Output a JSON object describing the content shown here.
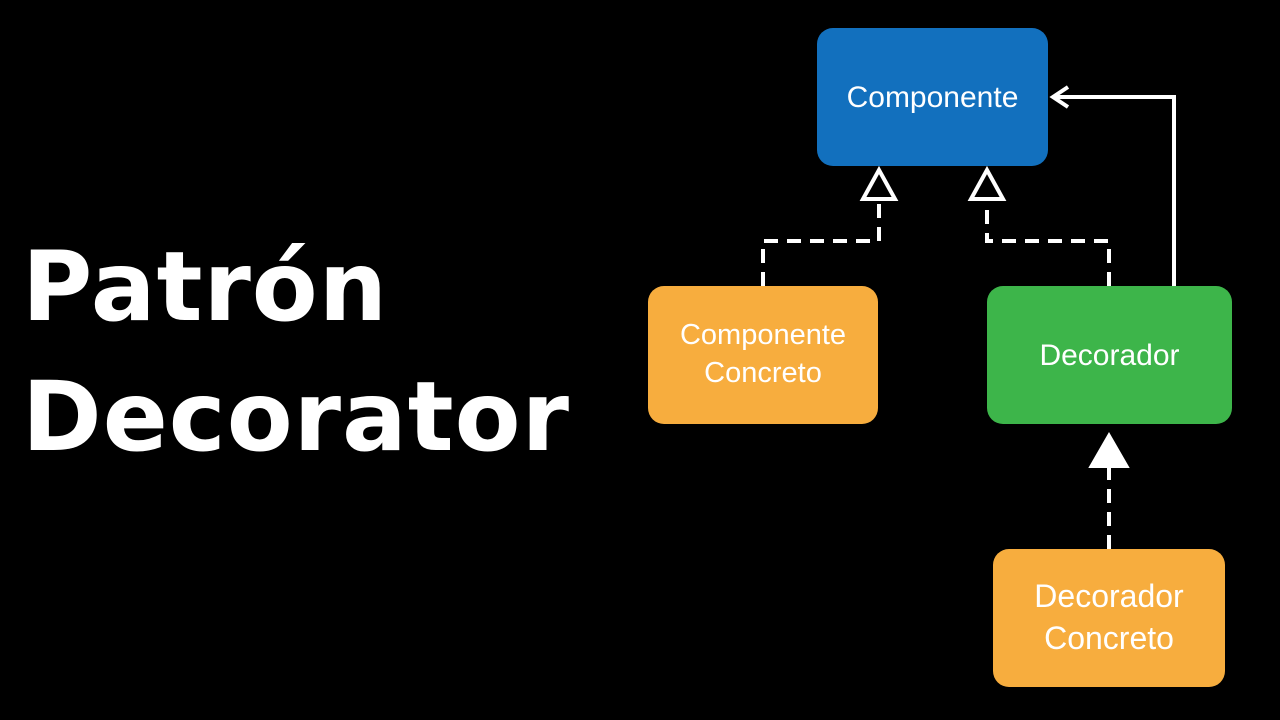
{
  "title": {
    "line1": "Patrón",
    "line2": "Decorator"
  },
  "diagram": {
    "nodes": {
      "componente": {
        "label": "Componente",
        "color": "#1270be"
      },
      "componente_concreto": {
        "line1": "Componente",
        "line2": "Concreto",
        "color": "#f7ad3e"
      },
      "decorador": {
        "label": "Decorador",
        "color": "#3db54a"
      },
      "decorador_concreto": {
        "line1": "Decorador",
        "line2": "Concreto",
        "color": "#f7ad3e"
      }
    },
    "edges": [
      {
        "from": "componente_concreto",
        "to": "componente",
        "style": "dashed",
        "arrowhead": "hollow-triangle"
      },
      {
        "from": "decorador",
        "to": "componente",
        "style": "dashed",
        "arrowhead": "hollow-triangle"
      },
      {
        "from": "decorador",
        "to": "componente",
        "style": "solid",
        "arrowhead": "open-arrow"
      },
      {
        "from": "decorador_concreto",
        "to": "decorador",
        "style": "dashed",
        "arrowhead": "filled-triangle"
      }
    ],
    "line_color": "#ffffff"
  }
}
